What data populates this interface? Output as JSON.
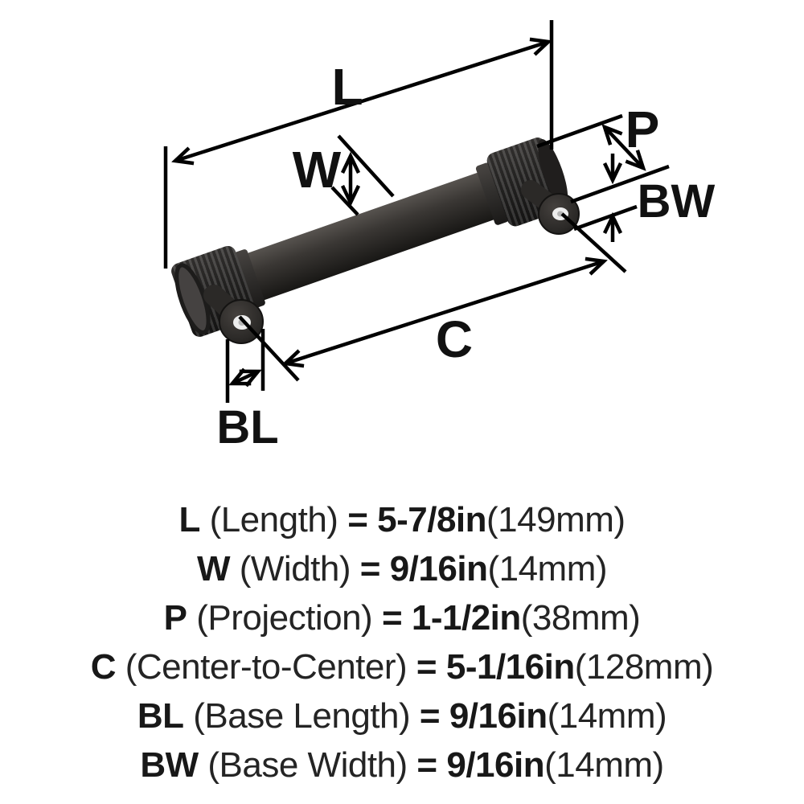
{
  "diagram": {
    "dimension_labels": {
      "L": "L",
      "W": "W",
      "P": "P",
      "C": "C",
      "BL": "BL",
      "BW": "BW"
    }
  },
  "legend": {
    "rows": [
      {
        "label": "L",
        "name": "(Length)",
        "equals": "=",
        "value": "5-7/8in",
        "metric": "(149mm)"
      },
      {
        "label": "W",
        "name": "(Width)",
        "equals": "=",
        "value": "9/16in",
        "metric": "(14mm)"
      },
      {
        "label": "P",
        "name": "(Projection)",
        "equals": "=",
        "value": "1-1/2in",
        "metric": "(38mm)"
      },
      {
        "label": "C",
        "name": "(Center-to-Center)",
        "equals": "=",
        "value": "5-1/16in",
        "metric": "(128mm)"
      },
      {
        "label": "BL",
        "name": "(Base Length)",
        "equals": "=",
        "value": "9/16in",
        "metric": "(14mm)"
      },
      {
        "label": "BW",
        "name": "(Base Width)",
        "equals": "=",
        "value": "9/16in",
        "metric": "(14mm)"
      }
    ]
  },
  "colors": {
    "background": "#ffffff",
    "dimension_line": "#000000",
    "label_text": "#111111",
    "legend_text": "#202020",
    "handle_light": "#57534f",
    "handle_mid": "#3a3734",
    "handle_dark": "#181715",
    "screw_hole": "#ededed"
  }
}
